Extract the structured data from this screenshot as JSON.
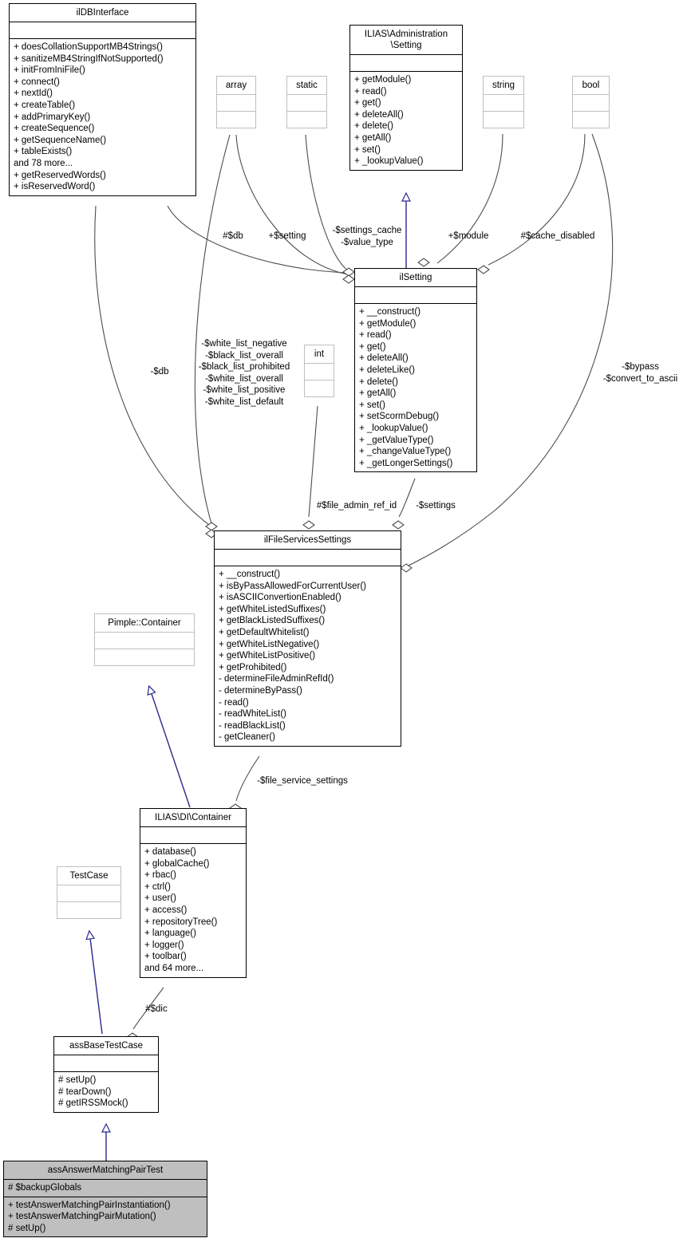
{
  "diagram": {
    "type": "uml-class-diagram",
    "title": "assAnswerMatchingPairTest collaboration diagram"
  },
  "classes": {
    "ilDBInterface": {
      "name": "ilDBInterface",
      "attributes": [],
      "operations": [
        "+ doesCollationSupportMB4Strings()",
        "+ sanitizeMB4StringIfNotSupported()",
        "+ initFromIniFile()",
        "+ connect()",
        "+ nextId()",
        "+ createTable()",
        "+ addPrimaryKey()",
        "+ createSequence()",
        "+ getSequenceName()",
        "+ tableExists()",
        "and 78 more...",
        "+ getReservedWords()",
        "+ isReservedWord()"
      ]
    },
    "array": {
      "name": "array",
      "attributes": [],
      "operations": []
    },
    "static": {
      "name": "static",
      "attributes": [],
      "operations": []
    },
    "string": {
      "name": "string",
      "attributes": [],
      "operations": []
    },
    "bool": {
      "name": "bool",
      "attributes": [],
      "operations": []
    },
    "int": {
      "name": "int",
      "attributes": [],
      "operations": []
    },
    "administrationSetting": {
      "name": "ILIAS\\Administration\n\\Setting",
      "attributes": [],
      "operations": [
        "+ getModule()",
        "+ read()",
        "+ get()",
        "+ deleteAll()",
        "+ delete()",
        "+ getAll()",
        "+ set()",
        "+ _lookupValue()"
      ]
    },
    "ilSetting": {
      "name": "ilSetting",
      "attributes": [],
      "operations": [
        "+ __construct()",
        "+ getModule()",
        "+ read()",
        "+ get()",
        "+ deleteAll()",
        "+ deleteLike()",
        "+ delete()",
        "+ getAll()",
        "+ set()",
        "+ setScormDebug()",
        "+ _lookupValue()",
        "+ _getValueType()",
        "+ _changeValueType()",
        "+ _getLongerSettings()"
      ]
    },
    "ilFileServicesSettings": {
      "name": "ilFileServicesSettings",
      "attributes": [],
      "operations": [
        "+ __construct()",
        "+ isByPassAllowedForCurrentUser()",
        "+ isASCIIConvertionEnabled()",
        "+ getWhiteListedSuffixes()",
        "+ getBlackListedSuffixes()",
        "+ getDefaultWhitelist()",
        "+ getWhiteListNegative()",
        "+ getWhiteListPositive()",
        "+ getProhibited()",
        "- determineFileAdminRefId()",
        "- determineByPass()",
        "- read()",
        "- readWhiteList()",
        "- readBlackList()",
        "- getCleaner()"
      ]
    },
    "pimpleContainer": {
      "name": "Pimple::Container",
      "attributes": [],
      "operations": []
    },
    "diContainer": {
      "name": "ILIAS\\DI\\Container",
      "attributes": [],
      "operations": [
        "+ database()",
        "+ globalCache()",
        "+ rbac()",
        "+ ctrl()",
        "+ user()",
        "+ access()",
        "+ repositoryTree()",
        "+ language()",
        "+ logger()",
        "+ toolbar()",
        "and 64 more..."
      ]
    },
    "testCase": {
      "name": "TestCase",
      "attributes": [],
      "operations": []
    },
    "assBaseTestCase": {
      "name": "assBaseTestCase",
      "attributes": [],
      "operations": [
        "# setUp()",
        "# tearDown()",
        "# getIRSSMock()"
      ]
    },
    "assAnswerMatchingPairTest": {
      "name": "assAnswerMatchingPairTest",
      "attributes": [
        "# $backupGlobals"
      ],
      "operations": [
        "+ testAnswerMatchingPairInstantiation()",
        "+ testAnswerMatchingPairMutation()",
        "# setUp()"
      ]
    }
  },
  "edge_labels": {
    "db_hash": "#$db",
    "setting": "+$setting",
    "settings_cache": "-$settings_cache\n-$value_type",
    "module": "+$module",
    "cache_disabled": "#$cache_disabled",
    "db_private": "-$db",
    "white_black_lists": "-$white_list_negative\n-$black_list_overall\n-$black_list_prohibited\n-$white_list_overall\n-$white_list_positive\n-$white_list_default",
    "bypass_convert": "-$bypass\n-$convert_to_ascii",
    "file_admin_ref_id": "#$file_admin_ref_id",
    "settings_private": "-$settings",
    "file_service_settings": "-$file_service_settings",
    "dic": "#$dic"
  },
  "colors": {
    "box_border": "#000000",
    "box_border_light": "#bfbfbf",
    "box_fill": "#ffffff",
    "box_fill_highlight": "#bfbfbf",
    "edge_aggregation": "#4d4d4d",
    "edge_inheritance": "#2a2a8c",
    "text": "#000000"
  }
}
